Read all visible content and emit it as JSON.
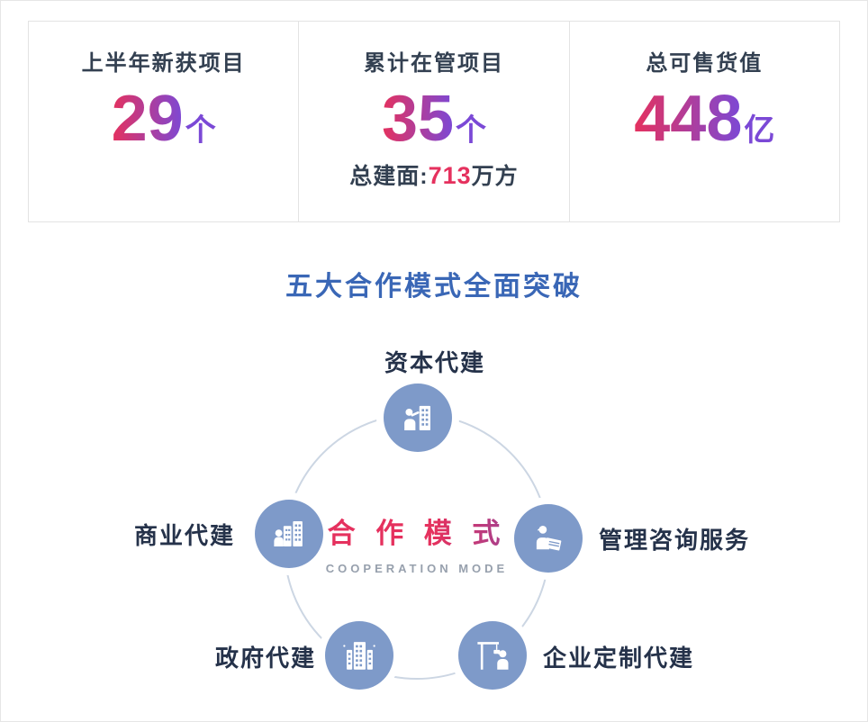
{
  "stats": {
    "cards": [
      {
        "title": "上半年新获项目",
        "value": "29",
        "unit": "个"
      },
      {
        "title": "累计在管项目",
        "value": "35",
        "unit": "个",
        "sub_prefix": "总建面:",
        "sub_value": "713",
        "sub_unit": "万方"
      },
      {
        "title": "总可售货值",
        "value": "448",
        "unit": "亿"
      }
    ]
  },
  "section": {
    "title": "五大合作模式全面突破"
  },
  "diagram": {
    "center_title": "合 作 模 式",
    "center_subtitle": "COOPERATION MODE",
    "nodes": [
      {
        "label": "资本代建",
        "icon": "worker-building-icon"
      },
      {
        "label": "商业代建",
        "icon": "worker-city-icon"
      },
      {
        "label": "管理咨询服务",
        "icon": "worker-blueprint-icon"
      },
      {
        "label": "政府代建",
        "icon": "government-building-icon"
      },
      {
        "label": "企业定制代建",
        "icon": "crane-worker-icon"
      }
    ]
  },
  "colors": {
    "gradient_start": "#E5315E",
    "gradient_end": "#7B49D6",
    "heading_blue": "#3A67B6",
    "node_blue": "#7E9AC9",
    "dark_text": "#334051"
  }
}
